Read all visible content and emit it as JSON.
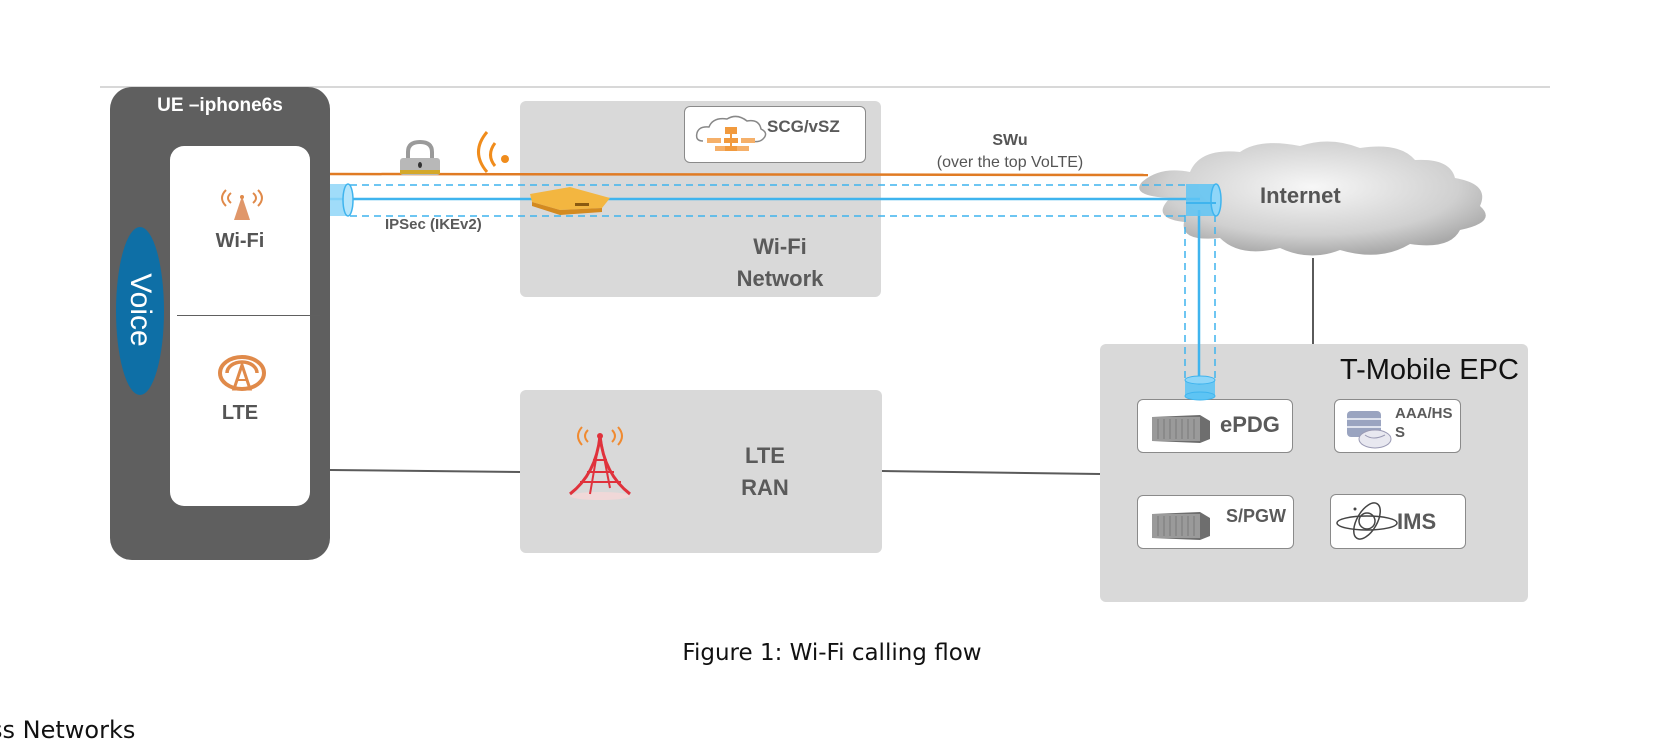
{
  "ue": {
    "title": "UE –iphone6s",
    "voice_label": "Voice",
    "wifi_label": "Wi-Fi",
    "lte_label": "LTE",
    "wifi_icon": "wifi-antenna-icon",
    "lte_icon": "lte-antenna-icon"
  },
  "links": {
    "ipsec_label": "IPSec (IKEv2)",
    "swu_title": "SWu",
    "swu_subtitle": "(over the top VoLTE)",
    "lock_icon": "lock-icon",
    "signal_icon": "wifi-signal-icon",
    "access_point_icon": "access-point-icon"
  },
  "wifi_network": {
    "label_line1": "Wi-Fi",
    "label_line2": "Network",
    "controller_label": "SCG/vSZ",
    "controller_icon": "cloud-network-icon"
  },
  "lte_ran": {
    "label_line1": "LTE",
    "label_line2": "RAN",
    "icon": "cell-tower-icon"
  },
  "internet": {
    "label": "Internet",
    "icon": "cloud-icon"
  },
  "epc": {
    "title": "T-Mobile EPC",
    "nodes": [
      {
        "label": "ePDG",
        "icon": "server-icon"
      },
      {
        "label": "AAA/HS S",
        "icon": "database-globe-icon"
      },
      {
        "label": "S/PGW",
        "icon": "server-icon"
      },
      {
        "label": "IMS",
        "icon": "satellite-orbit-icon"
      }
    ]
  },
  "caption": "Figure 1: Wi-Fi calling flow",
  "footer_text": "ss Networks",
  "colors": {
    "ue_body": "#5f5f5f",
    "voice": "#0e6fa6",
    "orange": "#e07b24",
    "tunnel_blue": "#3fb4ee",
    "box_gray": "#d9d9d9",
    "tower_red": "#e0323c"
  }
}
